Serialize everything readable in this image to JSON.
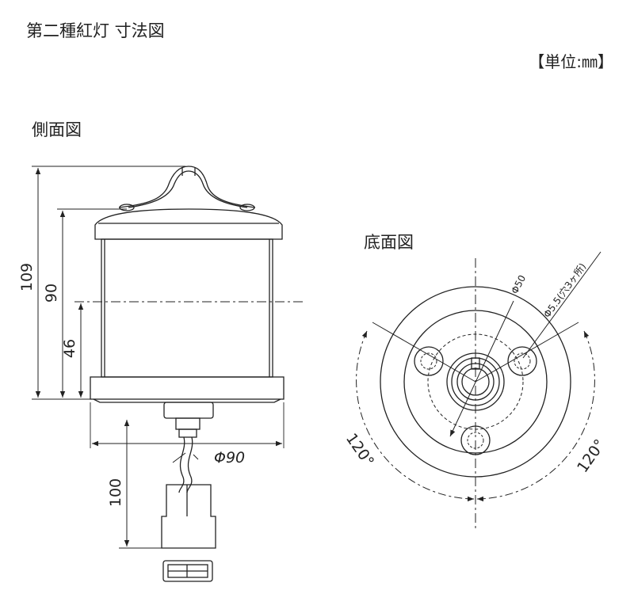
{
  "title": "第二種紅灯 寸法図",
  "unit": "【単位:㎜】",
  "side_view": {
    "label": "側面図",
    "dims": {
      "total_height": "109",
      "body_height": "90",
      "center_height": "46",
      "cable_length": "100",
      "diameter": "Φ90"
    }
  },
  "bottom_view": {
    "label": "底面図",
    "dims": {
      "pcd": "Φ50",
      "hole": "Φ5.5(穴3ヶ所)",
      "angle_left": "120°",
      "angle_right": "120°"
    }
  }
}
